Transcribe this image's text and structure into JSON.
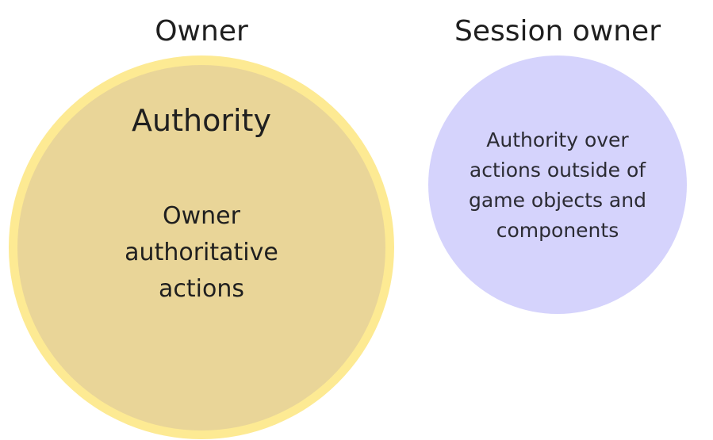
{
  "diagram": {
    "owner": {
      "title": "Owner",
      "circle_outer_color": "#fdea93",
      "circle_inner_color": "#e9d598",
      "inner_label": "Authority",
      "body_lines": [
        "Owner",
        "authoritative",
        "actions"
      ]
    },
    "session_owner": {
      "title": "Session owner",
      "circle_color": "#d5d3fc",
      "body_lines": [
        "Authority over",
        "actions outside of",
        "game objects and",
        "components"
      ]
    }
  }
}
